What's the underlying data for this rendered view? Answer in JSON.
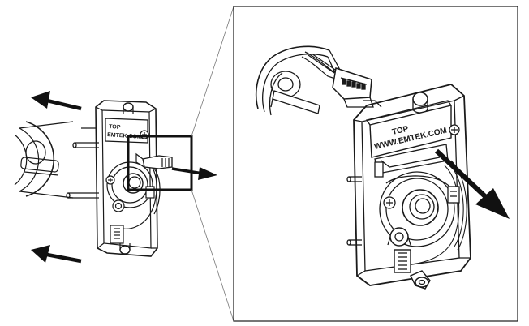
{
  "diagram": {
    "left_view": {
      "plate_text_top": "TOP",
      "plate_text_site": "EMTEK.COM"
    },
    "detail_view": {
      "plate_text_top": "TOP",
      "plate_text_site": "WWW.EMTEK.COM"
    },
    "colors": {
      "line": "#1a1a1a",
      "arrow": "#111111",
      "background": "#ffffff",
      "shade": "#e6e6e6"
    }
  }
}
